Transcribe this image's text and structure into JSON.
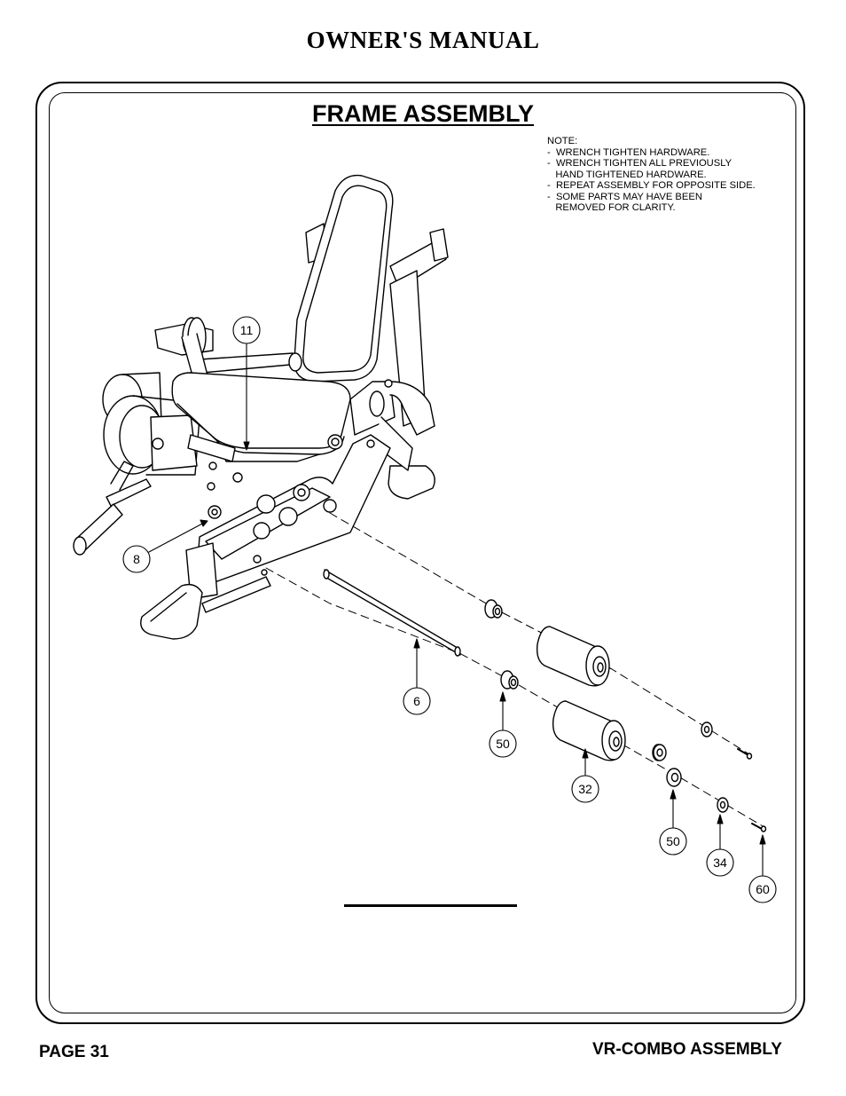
{
  "header": {
    "title": "OWNER'S MANUAL"
  },
  "section": {
    "title": "FRAME ASSEMBLY"
  },
  "note": {
    "lines": [
      "NOTE:",
      "-  WRENCH TIGHTEN HARDWARE.",
      "-  WRENCH TIGHTEN ALL PREVIOUSLY",
      "   HAND TIGHTENED HARDWARE.",
      "-  REPEAT ASSEMBLY FOR OPPOSITE SIDE.",
      "-  SOME PARTS MAY HAVE BEEN",
      "   REMOVED FOR CLARITY."
    ]
  },
  "callouts": {
    "c11": "11",
    "c8": "8",
    "c6": "6",
    "c50a": "50",
    "c32": "32",
    "c50b": "50",
    "c34": "34",
    "c60": "60"
  },
  "footer": {
    "page": "PAGE 31",
    "doc": "VR-COMBO ASSEMBLY"
  }
}
